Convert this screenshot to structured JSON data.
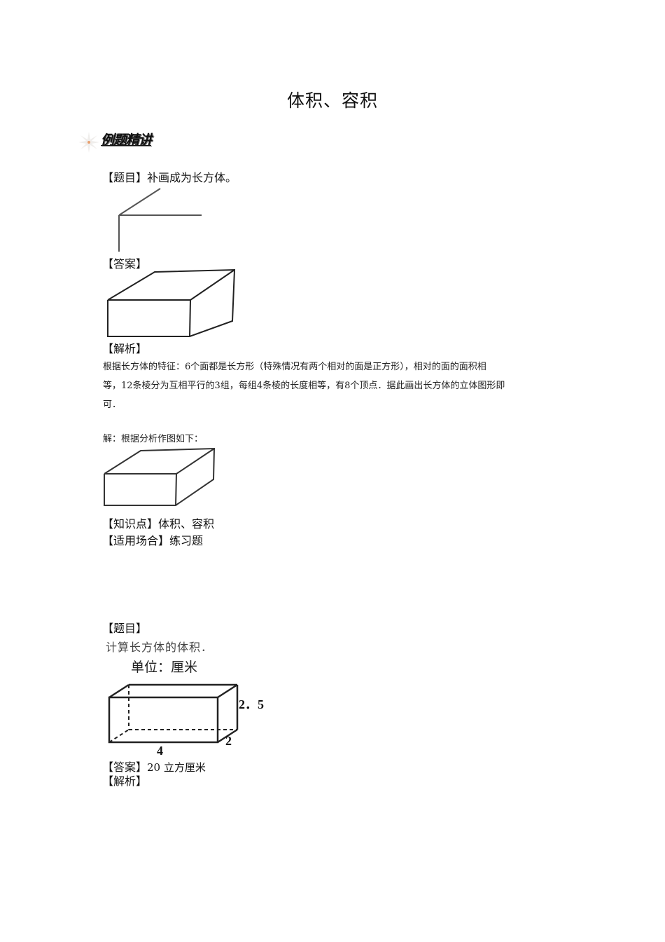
{
  "document": {
    "title": "体积、容积",
    "section": {
      "icon": "star-burst-icon",
      "label": "例题精讲"
    }
  },
  "problem1": {
    "question_label": "【题目】",
    "question_text": "补画成为长方体。",
    "answer_label": "【答案】",
    "analysis_label": "【解析】",
    "analysis_lines": [
      "根据长方体的特征：6个面都是长方形（特殊情况有两个相对的面是正方形），相对的面的面积相",
      "等，12条棱分为互相平行的3组，每组4条棱的长度相等，有8个顶点．据此画出长方体的立体图形即",
      "可．"
    ],
    "solution_text": "解：根据分析作图如下：",
    "knowledge_label": "【知识点】",
    "knowledge_value": "体积、容积",
    "usage_label": "【适用场合】",
    "usage_value": "练习题"
  },
  "problem2": {
    "question_label": "【题目】",
    "question_text": "计算长方体的体积．",
    "unit_text": "单位：厘米",
    "dimensions": {
      "length": "4",
      "width": "2",
      "height": "2．5"
    },
    "answer_label": "【答案】",
    "answer_value": "20 立方厘米",
    "analysis_label": "【解析】"
  }
}
